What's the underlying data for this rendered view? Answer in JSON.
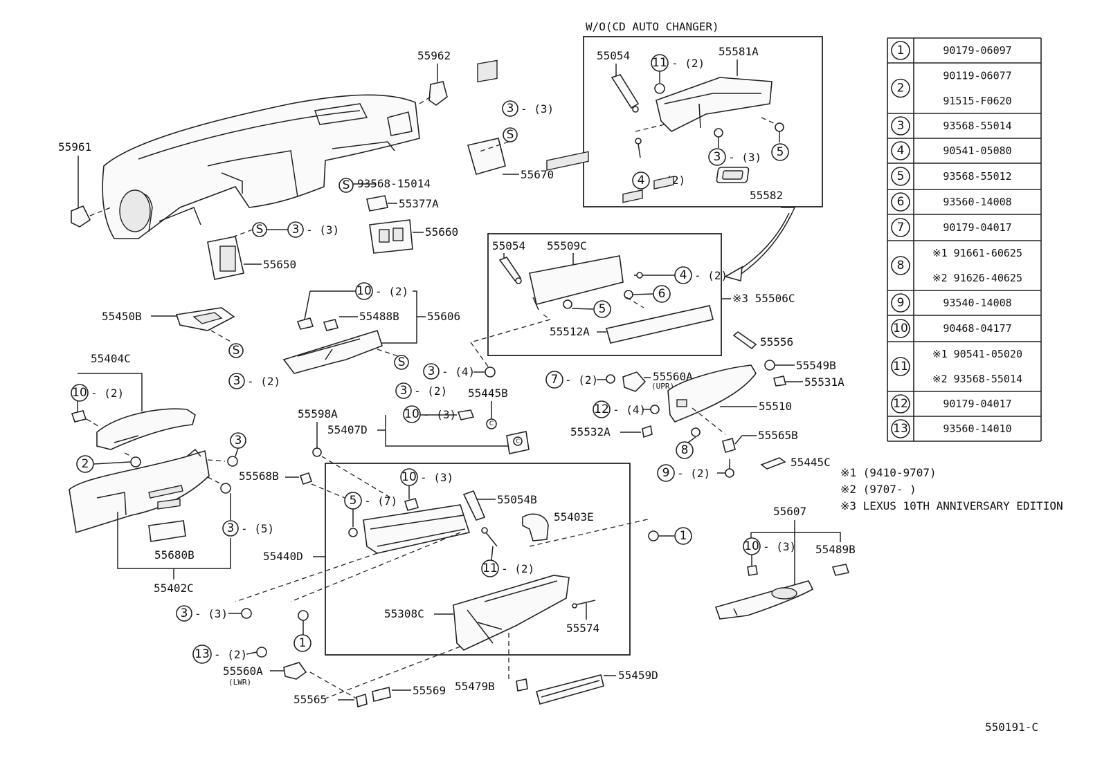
{
  "header": {
    "wo_cd_label": "W/O(CD AUTO CHANGER)"
  },
  "parts": {
    "p55962": "55962",
    "p55961": "55961",
    "p55670": "55670",
    "s93568": "93568-15014",
    "p55377A": "55377A",
    "p55660": "55660",
    "p55650": "55650",
    "p55054a": "55054",
    "p55581A": "55581A",
    "p55582": "55582",
    "p55054b": "55054",
    "p55509C": "55509C",
    "p55512A": "55512A",
    "p55506C": "※3 55506C",
    "p55450B": "55450B",
    "p55488B": "55488B",
    "p55606": "55606",
    "p55404C": "55404C",
    "p55556": "55556",
    "p55549B": "55549B",
    "p55531A": "55531A",
    "p55560A_upr": "55560A",
    "upr": "(UPR)",
    "p55510": "55510",
    "p55445B": "55445B",
    "p55598A": "55598A",
    "p55407D": "55407D",
    "p55532A": "55532A",
    "p55565B": "55565B",
    "p55445C": "55445C",
    "p55568B": "55568B",
    "p55054B": "55054B",
    "p55403E": "55403E",
    "p55680B": "55680B",
    "p55402C": "55402C",
    "p55440D": "55440D",
    "p55308C": "55308C",
    "p55574": "55574",
    "p55607": "55607",
    "p55489B": "55489B",
    "p55560A_lwr": "55560A",
    "lwr": "(LWR)",
    "p55565": "55565",
    "p55569": "55569",
    "p55479B": "55479B",
    "p55459D": "55459D"
  },
  "callouts": {
    "q3": "- (3)",
    "q2": "- (2)",
    "q4": "- (4)",
    "q5": "- (5)",
    "q7": "- (7)",
    "n1": "1",
    "n2": "2",
    "n3": "3",
    "n4": "4",
    "n5": "5",
    "n6": "6",
    "n7": "7",
    "n8": "8",
    "n9": "9",
    "n10": "10",
    "n11": "11",
    "n12": "12",
    "n13": "13",
    "s": "S",
    "c": "C"
  },
  "table": {
    "rows": [
      {
        "key": "1",
        "values": [
          "90179-06097"
        ]
      },
      {
        "key": "2",
        "values": [
          "90119-06077",
          "91515-F0620"
        ]
      },
      {
        "key": "3",
        "values": [
          "93568-55014"
        ]
      },
      {
        "key": "4",
        "values": [
          "90541-05080"
        ]
      },
      {
        "key": "5",
        "values": [
          "93568-55012"
        ]
      },
      {
        "key": "6",
        "values": [
          "93560-14008"
        ]
      },
      {
        "key": "7",
        "values": [
          "90179-04017"
        ]
      },
      {
        "key": "8",
        "values": [
          "※1 91661-60625",
          "※2 91626-40625"
        ]
      },
      {
        "key": "9",
        "values": [
          "93540-14008"
        ]
      },
      {
        "key": "10",
        "values": [
          "90468-04177"
        ]
      },
      {
        "key": "11",
        "values": [
          "※1 90541-05020",
          "※2 93568-55014"
        ]
      },
      {
        "key": "12",
        "values": [
          "90179-04017"
        ]
      },
      {
        "key": "13",
        "values": [
          "93560-14010"
        ]
      }
    ]
  },
  "notes": {
    "n1": "※1 (9410-9707)",
    "n2": "※2 (9707-      )",
    "n3": "※3 LEXUS 10TH ANNIVERSARY EDITION"
  },
  "footer": {
    "code": "550191-C"
  }
}
